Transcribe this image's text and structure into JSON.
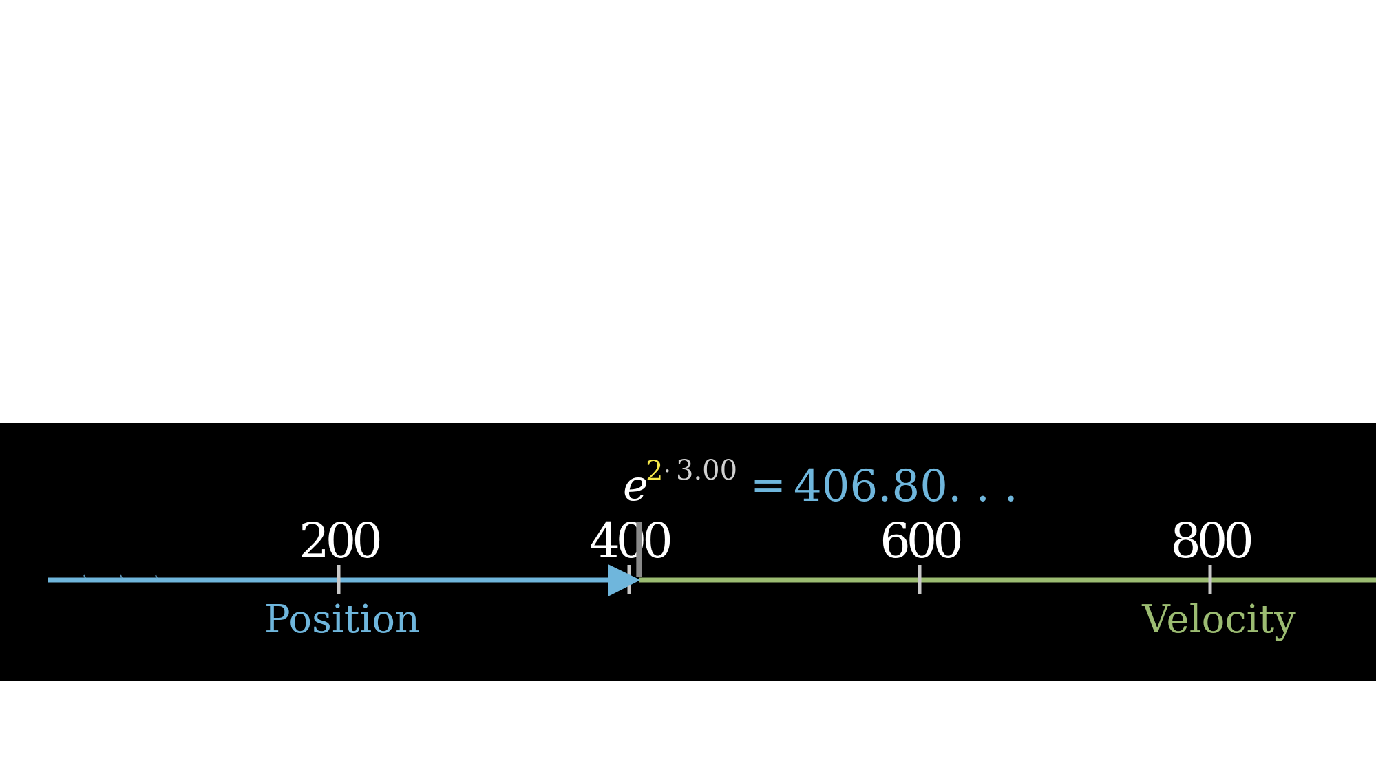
{
  "colors": {
    "background": "#ffffff",
    "band": "#000000",
    "position": "#6fb6dc",
    "velocity": "#9cbc72",
    "exponent_coefficient": "#f5e84a",
    "exponent_time": "#d0d0d0",
    "ticks": "#c8c8c8",
    "text": "#ffffff"
  },
  "equation": {
    "base": "e",
    "exponent_coefficient": "2",
    "exponent_dot": "·",
    "exponent_time": "3.00",
    "equals": "=",
    "result": "406.80. . ."
  },
  "number_line": {
    "min": 0,
    "max": 1000,
    "tick_values": [
      200,
      400,
      600,
      800
    ],
    "tick_labels": [
      "200",
      "400",
      "600",
      "800"
    ],
    "position_value": 406.8
  },
  "labels": {
    "position": "Position",
    "velocity": "Velocity"
  }
}
